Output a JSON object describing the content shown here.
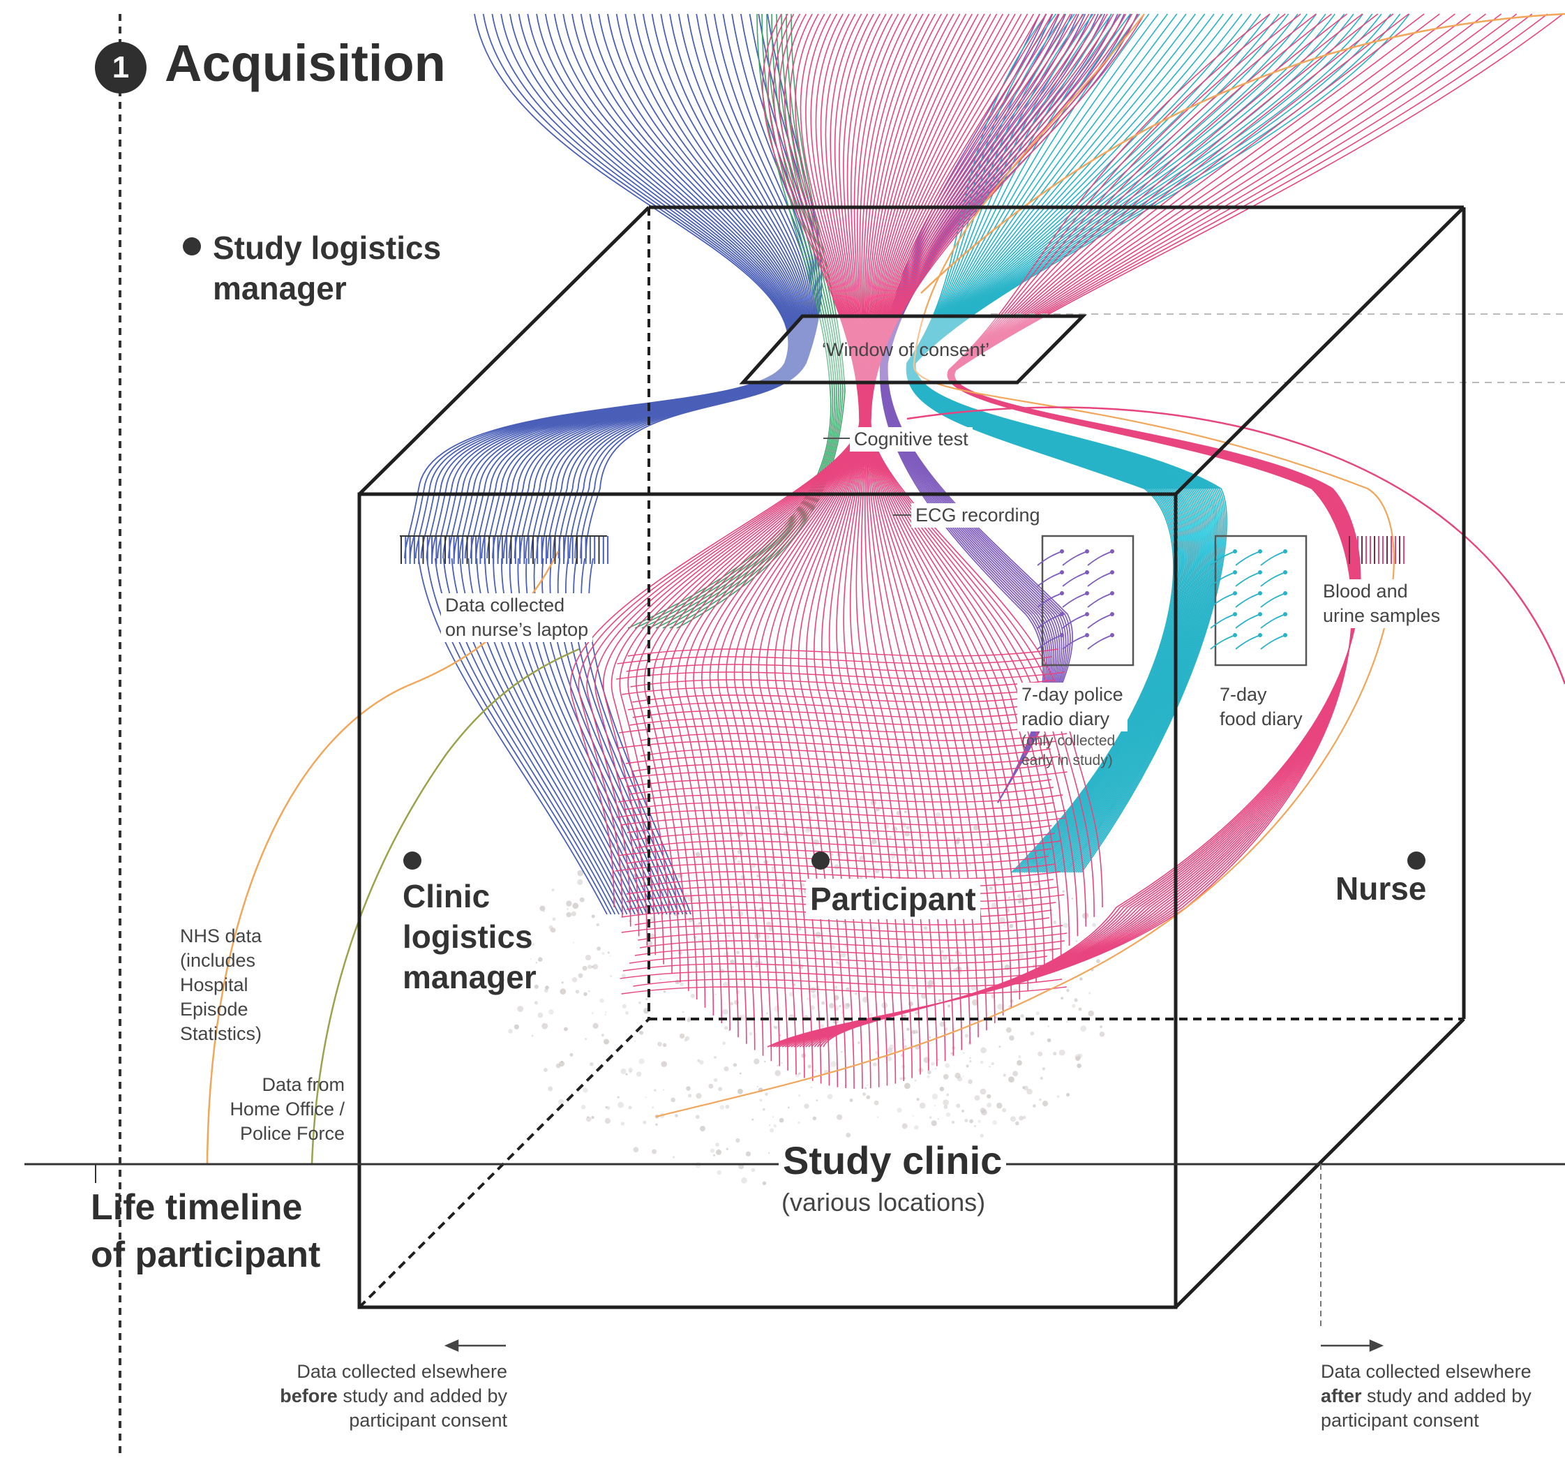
{
  "section": {
    "number": "1",
    "title": "Acquisition"
  },
  "roles": {
    "study_logistics": "Study logistics\nmanager",
    "clinic_logistics": "Clinic\nlogistics\nmanager",
    "participant": "Participant",
    "nurse": "Nurse"
  },
  "labels": {
    "window_of_consent": "‘Window of consent’",
    "cognitive_test": "Cognitive test",
    "ecg_recording": "ECG recording",
    "laptop": "Data collected\non nurse’s laptop",
    "police_diary": "7-day police\nradio diary",
    "police_diary_note": "(only collected\nearly in study)",
    "food_diary": "7-day\nfood diary",
    "blood": "Blood and\nurine samples",
    "nhs": "NHS data\n(includes\nHospital\nEpisode\nStatistics)",
    "home_office": "Data from\nHome Office /\nPolice Force",
    "timeline": "Life timeline\nof participant",
    "clinic_title": "Study clinic",
    "clinic_sub": "(various locations)",
    "before_pre": "Data collected elsewhere",
    "before_bold": "before",
    "before_post": " study and added by",
    "before_line3": "participant consent",
    "after_pre": "Data collected elsewhere",
    "after_bold": "after",
    "after_post": " study and added by",
    "after_line3": "participant consent"
  },
  "colors": {
    "pink": "#e8457f",
    "blue": "#4a5fb8",
    "teal": "#27b3c8",
    "purple": "#7e5bbd",
    "green": "#3aa66a",
    "orange": "#f2a65a",
    "olive": "#9aa24a",
    "box": "#1f1f1f"
  }
}
